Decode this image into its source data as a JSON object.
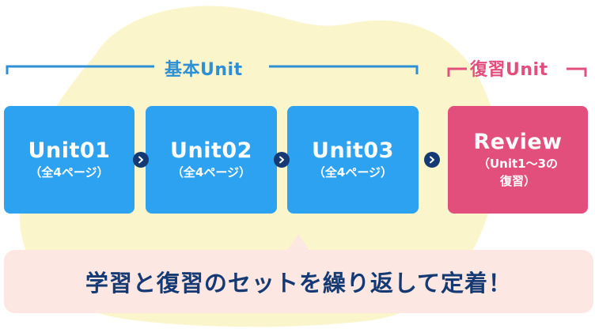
{
  "basic_group": {
    "label": "基本Unit",
    "color": "#2f8fd4"
  },
  "review_group": {
    "label": "復習Unit",
    "color": "#e24f7c"
  },
  "units": [
    {
      "title": "Unit01",
      "sub": "（全4ページ）"
    },
    {
      "title": "Unit02",
      "sub": "（全4ページ）"
    },
    {
      "title": "Unit03",
      "sub": "（全4ページ）"
    }
  ],
  "review": {
    "title": "Review",
    "sub1": "（Unit1～3の",
    "sub2": "復習）"
  },
  "banner": {
    "text": "学習と復習のセットを繰り返して定着！"
  },
  "colors": {
    "unit": "#2da2f0",
    "review": "#e24f7c",
    "arrow": "#153a73",
    "banner_bg": "#fde7e3",
    "blob": "#fbf5cc"
  }
}
